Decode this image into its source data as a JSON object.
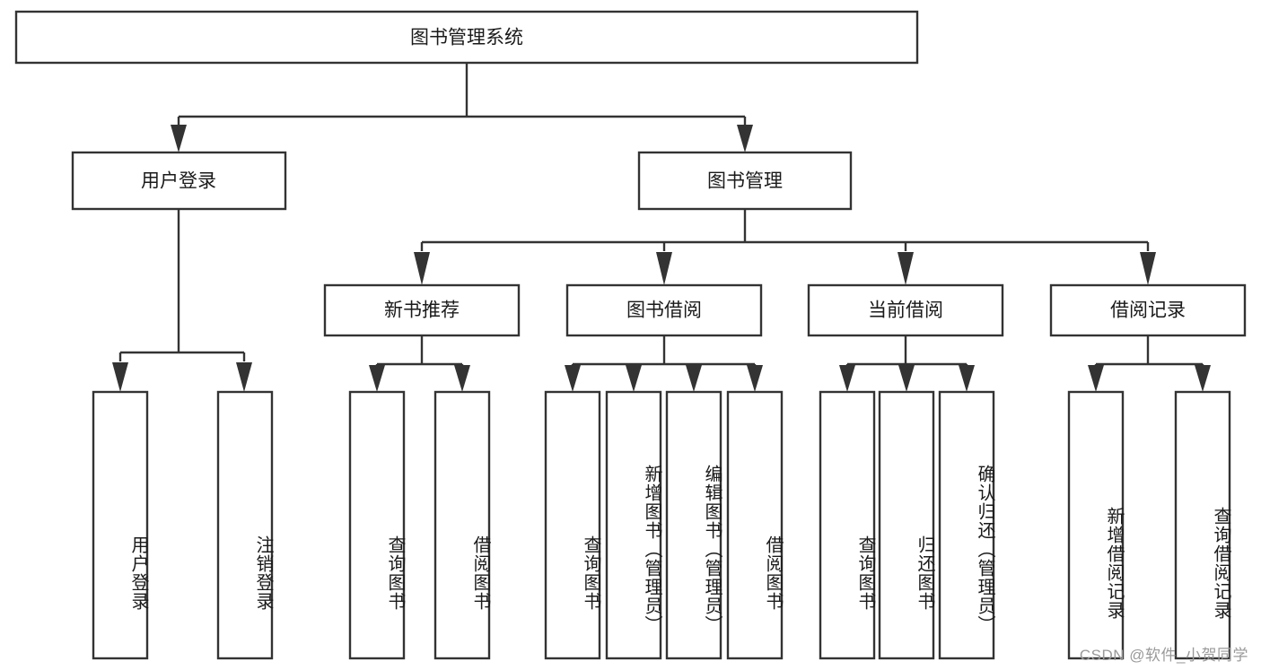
{
  "diagram": {
    "title": "图书管理系统",
    "type": "hierarchy-tree",
    "watermark": "CSDN @软件_小贺同学",
    "colors": {
      "box_stroke": "#333333",
      "box_fill": "#ffffff",
      "text": "#1a1a1a",
      "watermark": "#9a9a9a",
      "background": "#ffffff"
    },
    "root": {
      "id": "root",
      "label": "图书管理系统"
    },
    "level2": [
      {
        "id": "user-login",
        "label": "用户登录"
      },
      {
        "id": "book-management",
        "label": "图书管理"
      }
    ],
    "level3": [
      {
        "id": "new-book-recommend",
        "label": "新书推荐",
        "parent": "book-management"
      },
      {
        "id": "book-borrow",
        "label": "图书借阅",
        "parent": "book-management"
      },
      {
        "id": "current-borrow",
        "label": "当前借阅",
        "parent": "book-management"
      },
      {
        "id": "borrow-record",
        "label": "借阅记录",
        "parent": "book-management"
      }
    ],
    "leaves": [
      {
        "id": "leaf-user-login",
        "label": "用户登录",
        "parent": "user-login"
      },
      {
        "id": "leaf-logout-login",
        "label": "注销登录",
        "parent": "user-login"
      },
      {
        "id": "leaf-query-book-1",
        "label": "查询图书",
        "parent": "new-book-recommend"
      },
      {
        "id": "leaf-borrow-book-1",
        "label": "借阅图书",
        "parent": "new-book-recommend"
      },
      {
        "id": "leaf-query-book-2",
        "label": "查询图书",
        "parent": "book-borrow"
      },
      {
        "id": "leaf-add-book",
        "label": "新增图书（管理员）",
        "parent": "book-borrow"
      },
      {
        "id": "leaf-edit-book",
        "label": "编辑图书（管理员）",
        "parent": "book-borrow"
      },
      {
        "id": "leaf-borrow-book-2",
        "label": "借阅图书",
        "parent": "book-borrow"
      },
      {
        "id": "leaf-query-book-3",
        "label": "查询图书",
        "parent": "current-borrow"
      },
      {
        "id": "leaf-return-book",
        "label": "归还图书",
        "parent": "current-borrow"
      },
      {
        "id": "leaf-confirm-return",
        "label": "确认归还（管理员）",
        "parent": "current-borrow"
      },
      {
        "id": "leaf-add-record",
        "label": "新增借阅记录",
        "parent": "borrow-record"
      },
      {
        "id": "leaf-query-record",
        "label": "查询借阅记录",
        "parent": "borrow-record"
      }
    ]
  }
}
